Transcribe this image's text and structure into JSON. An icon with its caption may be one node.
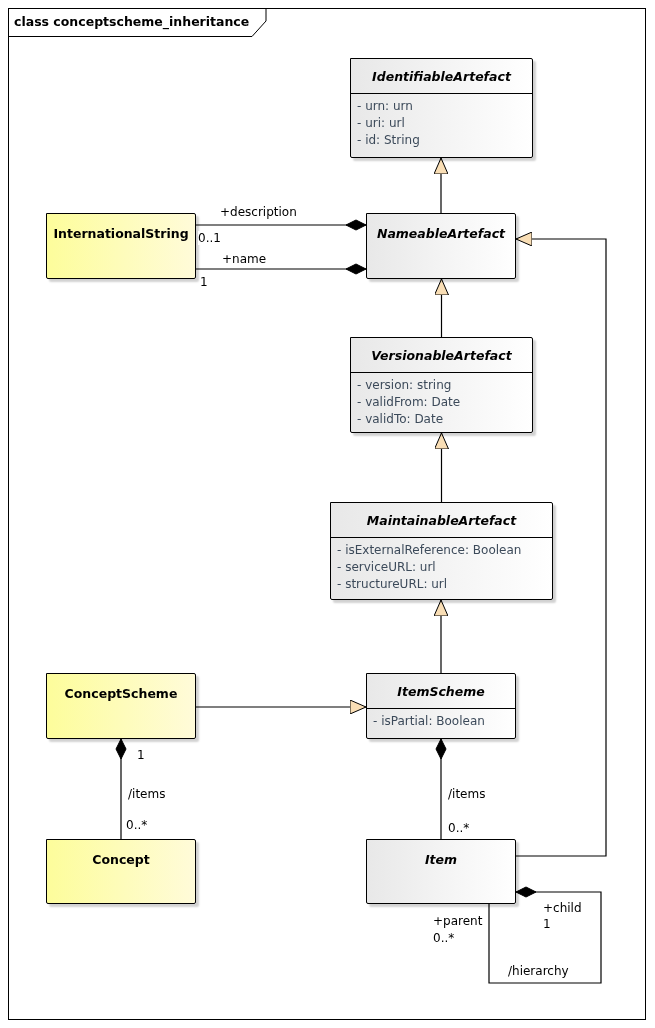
{
  "diagram": {
    "title": "class conceptscheme_inheritance",
    "nodes": [
      {
        "text": [
          "IdentifiableArtefact",
          "- urn: urn",
          "- uri: url",
          "- id: String"
        ]
      },
      {
        "text": [
          "InternationalString"
        ]
      },
      {
        "text": [
          "NameableArtefact"
        ]
      },
      {
        "text": [
          "VersionableArtefact",
          "- version: string",
          "- validFrom: Date",
          "- validTo: Date"
        ]
      },
      {
        "text": [
          "MaintainableArtefact",
          "- isExternalReference: Boolean",
          "- serviceURL: url",
          "- structureURL: url"
        ]
      },
      {
        "text": [
          "ConceptScheme"
        ]
      },
      {
        "text": [
          "ItemScheme",
          "- isPartial: Boolean"
        ]
      },
      {
        "text": [
          "Concept"
        ]
      },
      {
        "text": [
          "Item"
        ]
      }
    ],
    "edges": [
      {
        "from": 2,
        "to": 0,
        "arrow": "to"
      },
      {
        "from": 1,
        "to": 2,
        "arrow": "other",
        "label": "+description"
      },
      {
        "from": 1,
        "to": 2,
        "arrow": "other",
        "label": "+name"
      },
      {
        "from": 3,
        "to": 2,
        "arrow": "to"
      },
      {
        "from": 4,
        "to": 3,
        "arrow": "to"
      },
      {
        "from": 6,
        "to": 4,
        "arrow": "to"
      },
      {
        "from": 8,
        "to": 2,
        "arrow": "to"
      },
      {
        "from": 5,
        "to": 6,
        "arrow": "to"
      },
      {
        "from": 7,
        "to": 5,
        "arrow": "other",
        "label": "/items"
      },
      {
        "from": 8,
        "to": 6,
        "arrow": "other",
        "label": "/items"
      },
      {
        "from": 8,
        "to": 8,
        "arrow": "other",
        "label": "/hierarchy"
      }
    ],
    "labels": [
      "0..1",
      "1",
      "1",
      "0..*",
      "0..*",
      "+child",
      "1",
      "+parent",
      "0..*"
    ]
  }
}
